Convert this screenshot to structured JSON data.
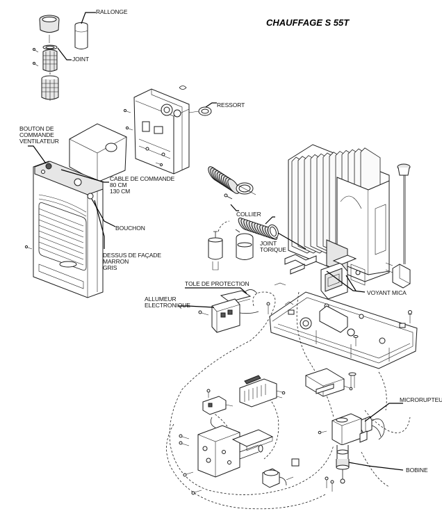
{
  "title": "CHAUFFAGE S 55T",
  "labels": {
    "rallonge": "RALLONGE",
    "joint": "JOINT",
    "ressort": "RESSORT",
    "bouton_1": "BOUTON DE",
    "bouton_2": "COMMANDE",
    "bouton_3": "VENTILATEUR",
    "cable_1": "CABLE DE COMMANDE",
    "cable_2": "80 CM",
    "cable_3": "130 CM",
    "bouchon": "BOUCHON",
    "dessus_1": "DESSUS DE FAÇADE",
    "dessus_2": "MARRON",
    "dessus_3": "GRIS",
    "collier": "COLLIER",
    "joint_torique_1": "JOINT",
    "joint_torique_2": "TORIQUE",
    "tole": "TOLE DE PROTECTION",
    "allumeur_1": "ALLUMEUR",
    "allumeur_2": "ELECTRONIQUE",
    "voyant": "VOYANT MICA",
    "microrupteur": "MICRORUPTEUR",
    "bobine": "BOBINE"
  }
}
